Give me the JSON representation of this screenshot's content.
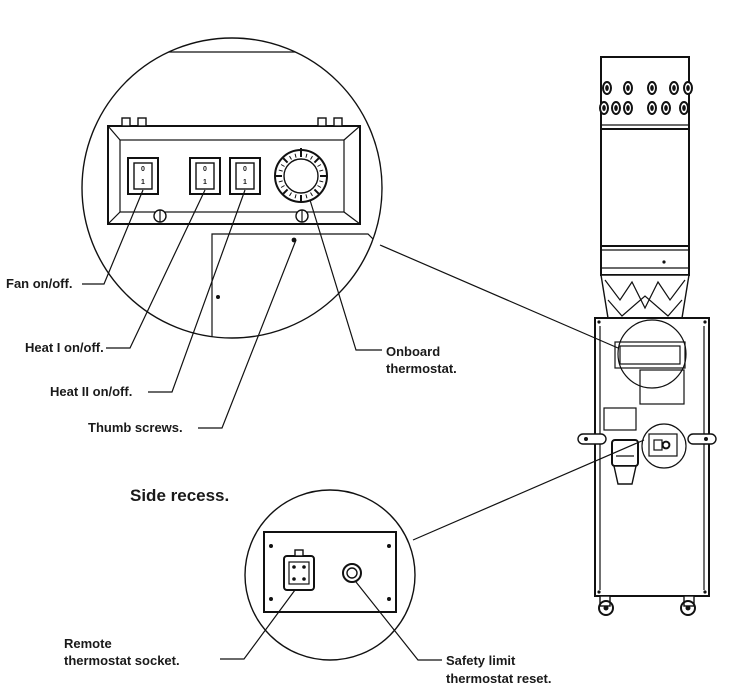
{
  "diagram": {
    "section_title": "Side recess.",
    "labels": {
      "fan": "Fan on/off.",
      "heat1": "Heat I on/off.",
      "heat2": "Heat II on/off.",
      "thumb": "Thumb screws.",
      "onboard_1": "Onboard",
      "onboard_2": "thermostat.",
      "remote_1": "Remote",
      "remote_2": "thermostat socket.",
      "safety_1": "Safety limit",
      "safety_2": "thermostat reset."
    },
    "switch_marks": {
      "on": "0",
      "off": "1"
    }
  }
}
